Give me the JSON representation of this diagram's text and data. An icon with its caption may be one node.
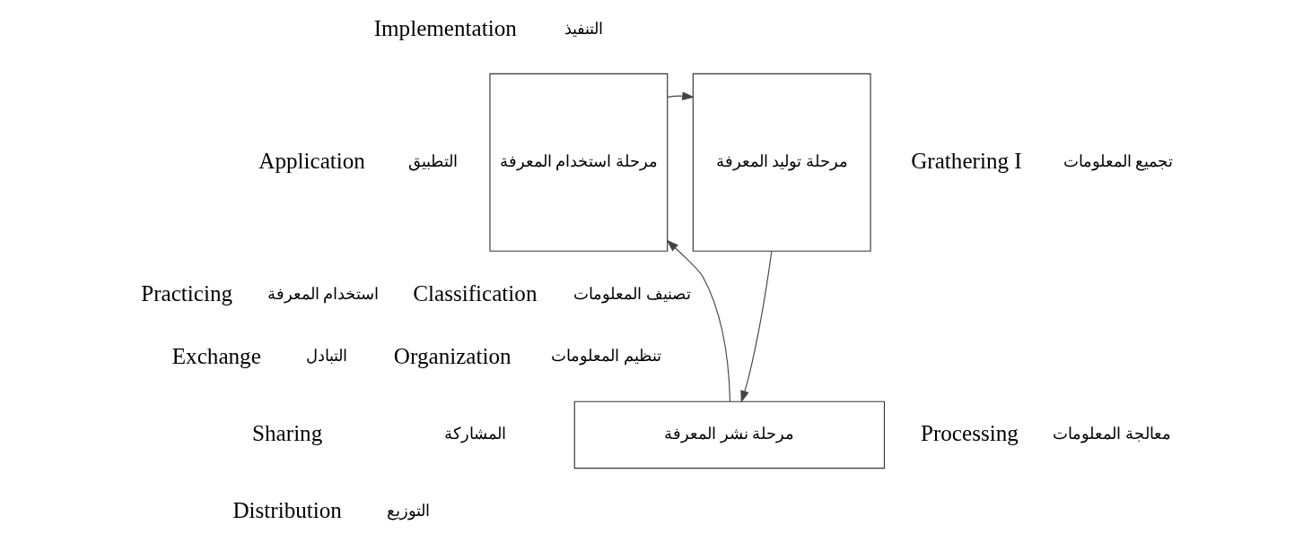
{
  "diagram": {
    "nodes": [
      {
        "text": [
          "مرحلة استخدام المعرفة"
        ]
      },
      {
        "text": [
          "مرحلة توليد المعرفة"
        ]
      },
      {
        "text": [
          "مرحلة نشر المعرفة"
        ]
      }
    ],
    "edges": [
      {
        "from": 0,
        "to": 1,
        "arrow": "to"
      },
      {
        "from": 1,
        "to": 2,
        "arrow": "to"
      },
      {
        "from": 2,
        "to": 0,
        "arrow": "to"
      }
    ],
    "labels": [
      "Implementation",
      "التنفيذ",
      "Application",
      "التطبيق",
      "Practicing",
      "استخدام المعرفة",
      "Exchange",
      "التبادل",
      "Sharing",
      "المشاركة",
      "Distribution",
      "التوزيع",
      "Grathering I",
      "تجميع المعلومات",
      "Classification",
      "تصنيف المعلومات",
      "Organization",
      "تنظيم المعلومات",
      "Processing",
      "معالجة المعلومات"
    ]
  }
}
